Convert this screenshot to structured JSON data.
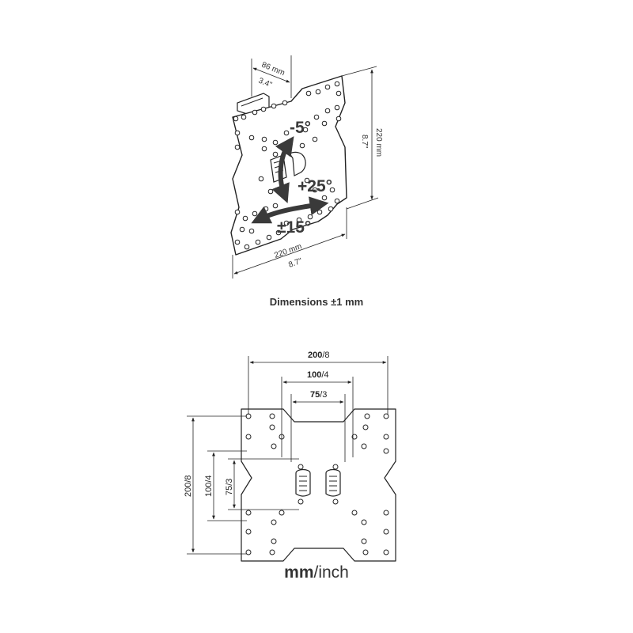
{
  "top_view": {
    "width_depth_mm": "86 mm",
    "width_depth_in": "3.4\"",
    "height_mm": "220 mm",
    "height_in": "8.7\"",
    "width_mm": "220 mm",
    "width_in": "8.7\"",
    "tilt_up": "-5°",
    "tilt_down": "+25°",
    "swivel": "±15°",
    "caption": "Dimensions  ±1 mm"
  },
  "vesa_view": {
    "h200_mm": "200",
    "h200_in": "/8",
    "h100_mm": "100",
    "h100_in": "/4",
    "h75_mm": "75",
    "h75_in": "/3",
    "v200": "200/8",
    "v100": "100/4",
    "v75": "75/3",
    "caption_bold": "mm",
    "caption_rest": "/inch"
  },
  "colors": {
    "line": "#222222",
    "arrow": "#3a3a3a"
  }
}
